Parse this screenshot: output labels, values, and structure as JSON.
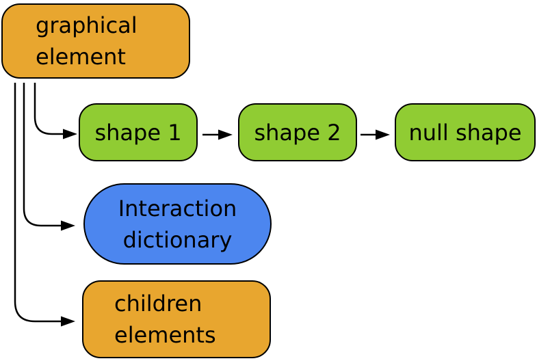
{
  "diagram": {
    "background": "#ffffff",
    "stroke_color": "#000000",
    "text_color": "#000000",
    "colors": {
      "orange": "#E8A62F",
      "green": "#90CC33",
      "blue": "#4C86EF"
    },
    "nodes": {
      "graphical_element": {
        "lines": [
          "graphical",
          "element"
        ],
        "color": "#E8A62F",
        "shape": "rounded-rect"
      },
      "shape_1": {
        "label": "shape 1",
        "color": "#90CC33",
        "shape": "rounded-rect"
      },
      "shape_2": {
        "label": "shape 2",
        "color": "#90CC33",
        "shape": "rounded-rect"
      },
      "null_shape": {
        "label": "null shape",
        "color": "#90CC33",
        "shape": "rounded-rect"
      },
      "interaction_dictionary": {
        "lines": [
          "Interaction",
          "dictionary"
        ],
        "color": "#4C86EF",
        "shape": "pill"
      },
      "children_elements": {
        "lines": [
          "children",
          "elements"
        ],
        "color": "#E8A62F",
        "shape": "rounded-rect"
      }
    },
    "edges": [
      {
        "from": "graphical_element",
        "to": "shape_1",
        "style": "elbow-curve"
      },
      {
        "from": "graphical_element",
        "to": "interaction_dictionary",
        "style": "elbow-curve"
      },
      {
        "from": "graphical_element",
        "to": "children_elements",
        "style": "elbow-curve"
      },
      {
        "from": "shape_1",
        "to": "shape_2",
        "style": "straight"
      },
      {
        "from": "shape_2",
        "to": "null_shape",
        "style": "straight"
      }
    ]
  }
}
